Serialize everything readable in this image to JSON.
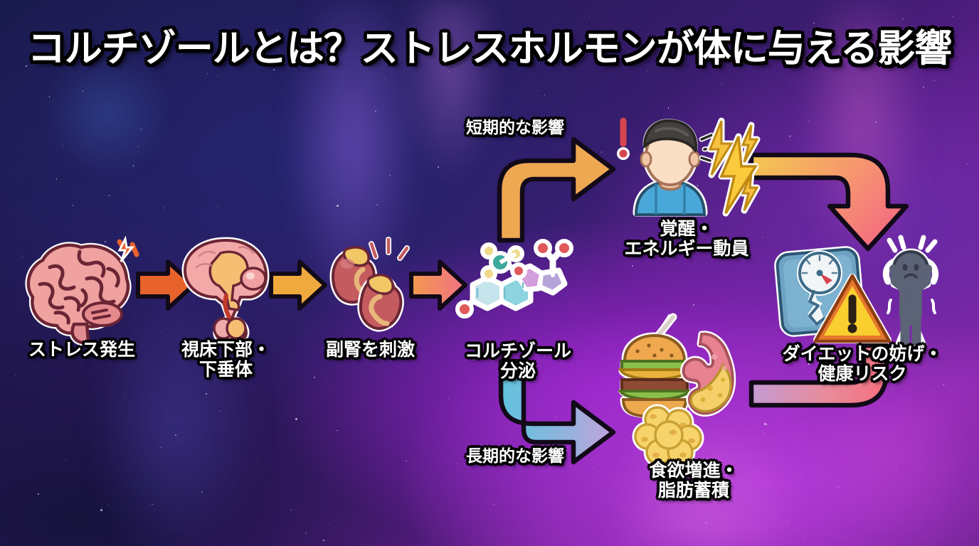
{
  "title": "コルチゾールとは？ストレスホルモンが体に与える影響",
  "flow": {
    "main_chain": [
      {
        "id": "stress",
        "label": "ストレス発生",
        "icon": "brain-icon"
      },
      {
        "id": "hypothalamus",
        "label": "視床下部・\n下垂体",
        "icon": "brain-pituitary-icon"
      },
      {
        "id": "adrenal",
        "label": "副腎を刺激",
        "icon": "kidneys-icon"
      },
      {
        "id": "cortisol",
        "label": "コルチゾール\n分泌",
        "icon": "molecule-icon"
      }
    ],
    "branches": [
      {
        "id": "short-term",
        "branch_label": "短期的な影響",
        "label": "覚醒・\nエネルギー動員",
        "icon": "alert-person-lightning-icon",
        "arrow_color_start": "#F0AC56",
        "arrow_color_end": "#EFA852"
      },
      {
        "id": "long-term",
        "branch_label": "長期的な影響",
        "label": "食欲増進・\n脂肪蓄積",
        "icon": "burger-stomach-fat-icon",
        "arrow_color_start": "#5FC3DD",
        "arrow_color_end": "#C3A2DA"
      }
    ],
    "outcome": {
      "id": "risk",
      "label": "ダイエットの妨げ・\n健康リスク",
      "icon": "scale-warning-stressed-person-icon"
    },
    "connector_arrows": [
      {
        "id": "arrow-1",
        "color_start": "#E8622C",
        "color_end": "#E8622C"
      },
      {
        "id": "arrow-2",
        "color_start": "#F0A93C",
        "color_end": "#F0A93C"
      },
      {
        "id": "arrow-3",
        "color_start": "#F3994E",
        "color_end": "#F27284"
      },
      {
        "id": "arrow-top-return",
        "color_start": "#F3C850",
        "color_end": "#F4707F"
      },
      {
        "id": "arrow-bottom-return",
        "color_start": "#C49BD4",
        "color_end": "#F4707F"
      }
    ]
  },
  "colors": {
    "title_text": "#FFFFFF",
    "title_outline": "#000000",
    "label_text": "#FFFFFF",
    "background_deep": "#191B4E",
    "background_magenta": "#8D27AC"
  }
}
